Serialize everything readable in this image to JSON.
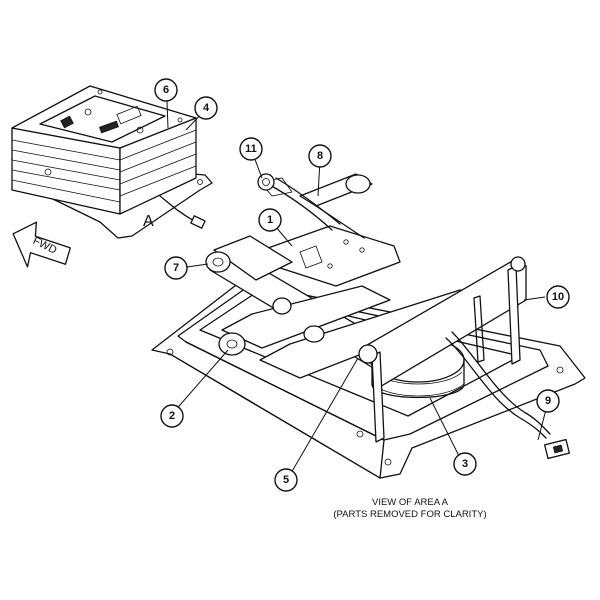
{
  "callouts": [
    {
      "id": "1",
      "label": "1"
    },
    {
      "id": "2",
      "label": "2"
    },
    {
      "id": "3",
      "label": "3"
    },
    {
      "id": "4",
      "label": "4"
    },
    {
      "id": "5",
      "label": "5"
    },
    {
      "id": "6",
      "label": "6"
    },
    {
      "id": "7",
      "label": "7"
    },
    {
      "id": "8",
      "label": "8"
    },
    {
      "id": "9",
      "label": "9"
    },
    {
      "id": "10",
      "label": "10"
    },
    {
      "id": "11",
      "label": "11"
    }
  ],
  "area_marker": "A",
  "direction_arrow": "FWD",
  "caption": {
    "line1": "VIEW OF AREA A",
    "line2": "(PARTS REMOVED FOR CLARITY)"
  }
}
